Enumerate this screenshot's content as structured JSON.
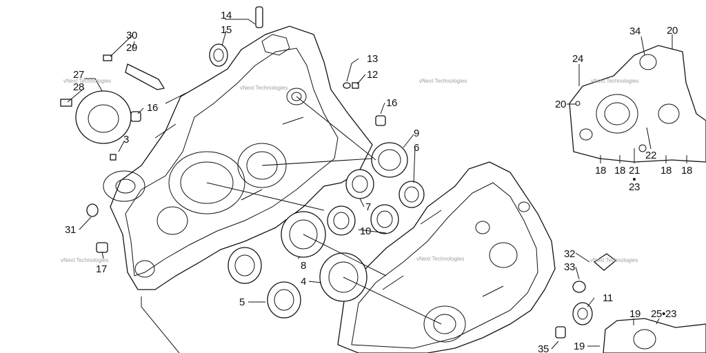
{
  "diagram": {
    "callouts": {
      "c14": "14",
      "c15": "15",
      "c30": "30",
      "c29": "29",
      "c27": "27",
      "c28": "28",
      "c16a": "16",
      "c3": "3",
      "c31": "31",
      "c17": "17",
      "c13": "13",
      "c12": "12",
      "c16b": "16",
      "c9": "9",
      "c6": "6",
      "c7": "7",
      "c10": "10",
      "c8": "8",
      "c4": "4",
      "c5": "5",
      "c34": "34",
      "c20a": "20",
      "c24": "24",
      "c20b": "20",
      "c18a": "18",
      "c18b": "18",
      "c21": "21",
      "c22": "22",
      "c18c": "18",
      "c18d": "18",
      "c23a": "23",
      "c32": "32",
      "c33": "33",
      "c11": "11",
      "c19a": "19",
      "c2523": "25•23",
      "c35": "35",
      "c19b": "19"
    },
    "watermark": "vNext Technologies"
  }
}
